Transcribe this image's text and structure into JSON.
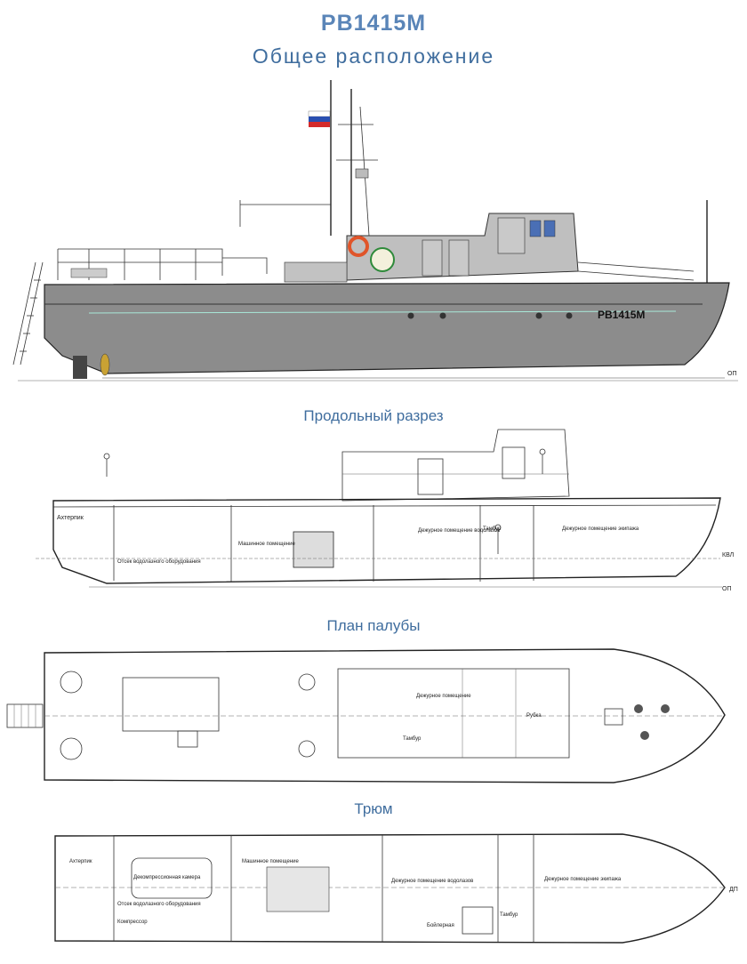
{
  "header": {
    "title": "РВ1415М",
    "subtitle": "Общее расположение"
  },
  "profile": {
    "hull_name": "РВ1415М",
    "baseline_label": "ОП"
  },
  "sections": {
    "longitudinal": {
      "title": "Продольный разрез",
      "labels": {
        "afterpeak": "Ахтерпик",
        "diving_equipment": "Отсек водолазного оборудования",
        "engine_room": "Машинное помещение",
        "duty_divers": "Дежурное помещение водолазов",
        "vestibule": "Тамбур",
        "duty_crew": "Дежурное помещение экипажа",
        "waterline": "КВЛ",
        "baseline": "ОП"
      }
    },
    "deck_plan": {
      "title": "План палубы",
      "labels": {
        "duty_room": "Дежурное помещение",
        "vestibule": "Тамбур",
        "wheelhouse": "Рубка"
      }
    },
    "hold": {
      "title": "Трюм",
      "labels": {
        "afterpeak": "Ахтерпик",
        "decompression": "Декомпрессионная камера",
        "diving_equipment": "Отсек водолазного оборудования",
        "compressor": "Компрессор",
        "engine_room": "Машинное помещение",
        "duty_divers": "Дежурное помещение водолазов",
        "boiler": "Бойлерная",
        "vestibule": "Тамбур",
        "duty_crew": "Дежурное помещение экипажа",
        "centerline": "ДП"
      }
    }
  },
  "colors": {
    "title": "#5a85b8",
    "hull": "#8c8c8c",
    "superstructure": "#bfbfbf",
    "lines": "#333333"
  }
}
